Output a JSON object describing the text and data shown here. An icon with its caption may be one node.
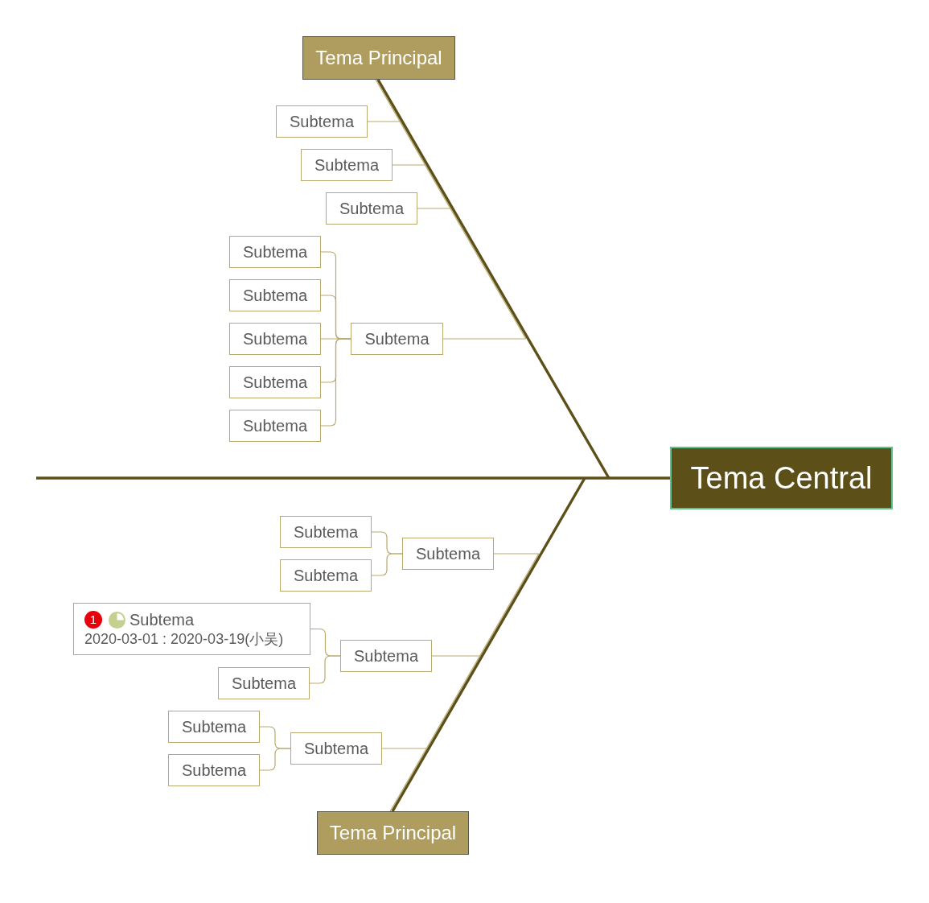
{
  "diagram": {
    "nodes": [
      {
        "text": [
          "Tema Principal"
        ]
      },
      {
        "text": [
          "Subtema"
        ]
      },
      {
        "text": [
          "Subtema"
        ]
      },
      {
        "text": [
          "Subtema"
        ]
      },
      {
        "text": [
          "Subtema"
        ]
      },
      {
        "text": [
          "Subtema"
        ]
      },
      {
        "text": [
          "Subtema"
        ]
      },
      {
        "text": [
          "Subtema"
        ]
      },
      {
        "text": [
          "Subtema"
        ]
      },
      {
        "text": [
          "Subtema"
        ]
      },
      {
        "text": [
          "Tema Central"
        ]
      },
      {
        "text": [
          "Subtema"
        ]
      },
      {
        "text": [
          "Subtema"
        ]
      },
      {
        "text": [
          "Subtema"
        ]
      },
      {
        "text": [
          "1",
          "Subtema",
          "2020-03-01 : 2020-03-19(小吴)"
        ]
      },
      {
        "text": [
          "Subtema"
        ]
      },
      {
        "text": [
          "Subtema"
        ]
      },
      {
        "text": [
          "Subtema"
        ]
      },
      {
        "text": [
          "Subtema"
        ]
      },
      {
        "text": [
          "Subtema"
        ]
      },
      {
        "text": [
          "Tema Principal"
        ]
      }
    ],
    "edges": [
      {
        "from": 10,
        "to": 0,
        "arrow": "none",
        "style": "thick",
        "color": "#5c4f18"
      },
      {
        "from": 10,
        "to": 20,
        "arrow": "none",
        "style": "thick",
        "color": "#5c4f18"
      },
      {
        "from": 10,
        "to": null,
        "arrow": "none",
        "style": "thick",
        "color": "#5c4f18"
      },
      {
        "from": 0,
        "to": 1,
        "arrow": "none"
      },
      {
        "from": 0,
        "to": 2,
        "arrow": "none"
      },
      {
        "from": 0,
        "to": 3,
        "arrow": "none"
      },
      {
        "from": 0,
        "to": 7,
        "arrow": "none"
      },
      {
        "from": 7,
        "to": 4,
        "arrow": "none"
      },
      {
        "from": 7,
        "to": 5,
        "arrow": "none"
      },
      {
        "from": 7,
        "to": 6,
        "arrow": "none"
      },
      {
        "from": 7,
        "to": 8,
        "arrow": "none"
      },
      {
        "from": 7,
        "to": 9,
        "arrow": "none"
      },
      {
        "from": 20,
        "to": 12,
        "arrow": "none"
      },
      {
        "from": 12,
        "to": 11,
        "arrow": "none"
      },
      {
        "from": 12,
        "to": 13,
        "arrow": "none"
      },
      {
        "from": 20,
        "to": 15,
        "arrow": "none"
      },
      {
        "from": 15,
        "to": 14,
        "arrow": "none"
      },
      {
        "from": 15,
        "to": 16,
        "arrow": "none"
      },
      {
        "from": 20,
        "to": 18,
        "arrow": "none"
      },
      {
        "from": 18,
        "to": 17,
        "arrow": "none"
      },
      {
        "from": 18,
        "to": 19,
        "arrow": "none"
      }
    ]
  }
}
